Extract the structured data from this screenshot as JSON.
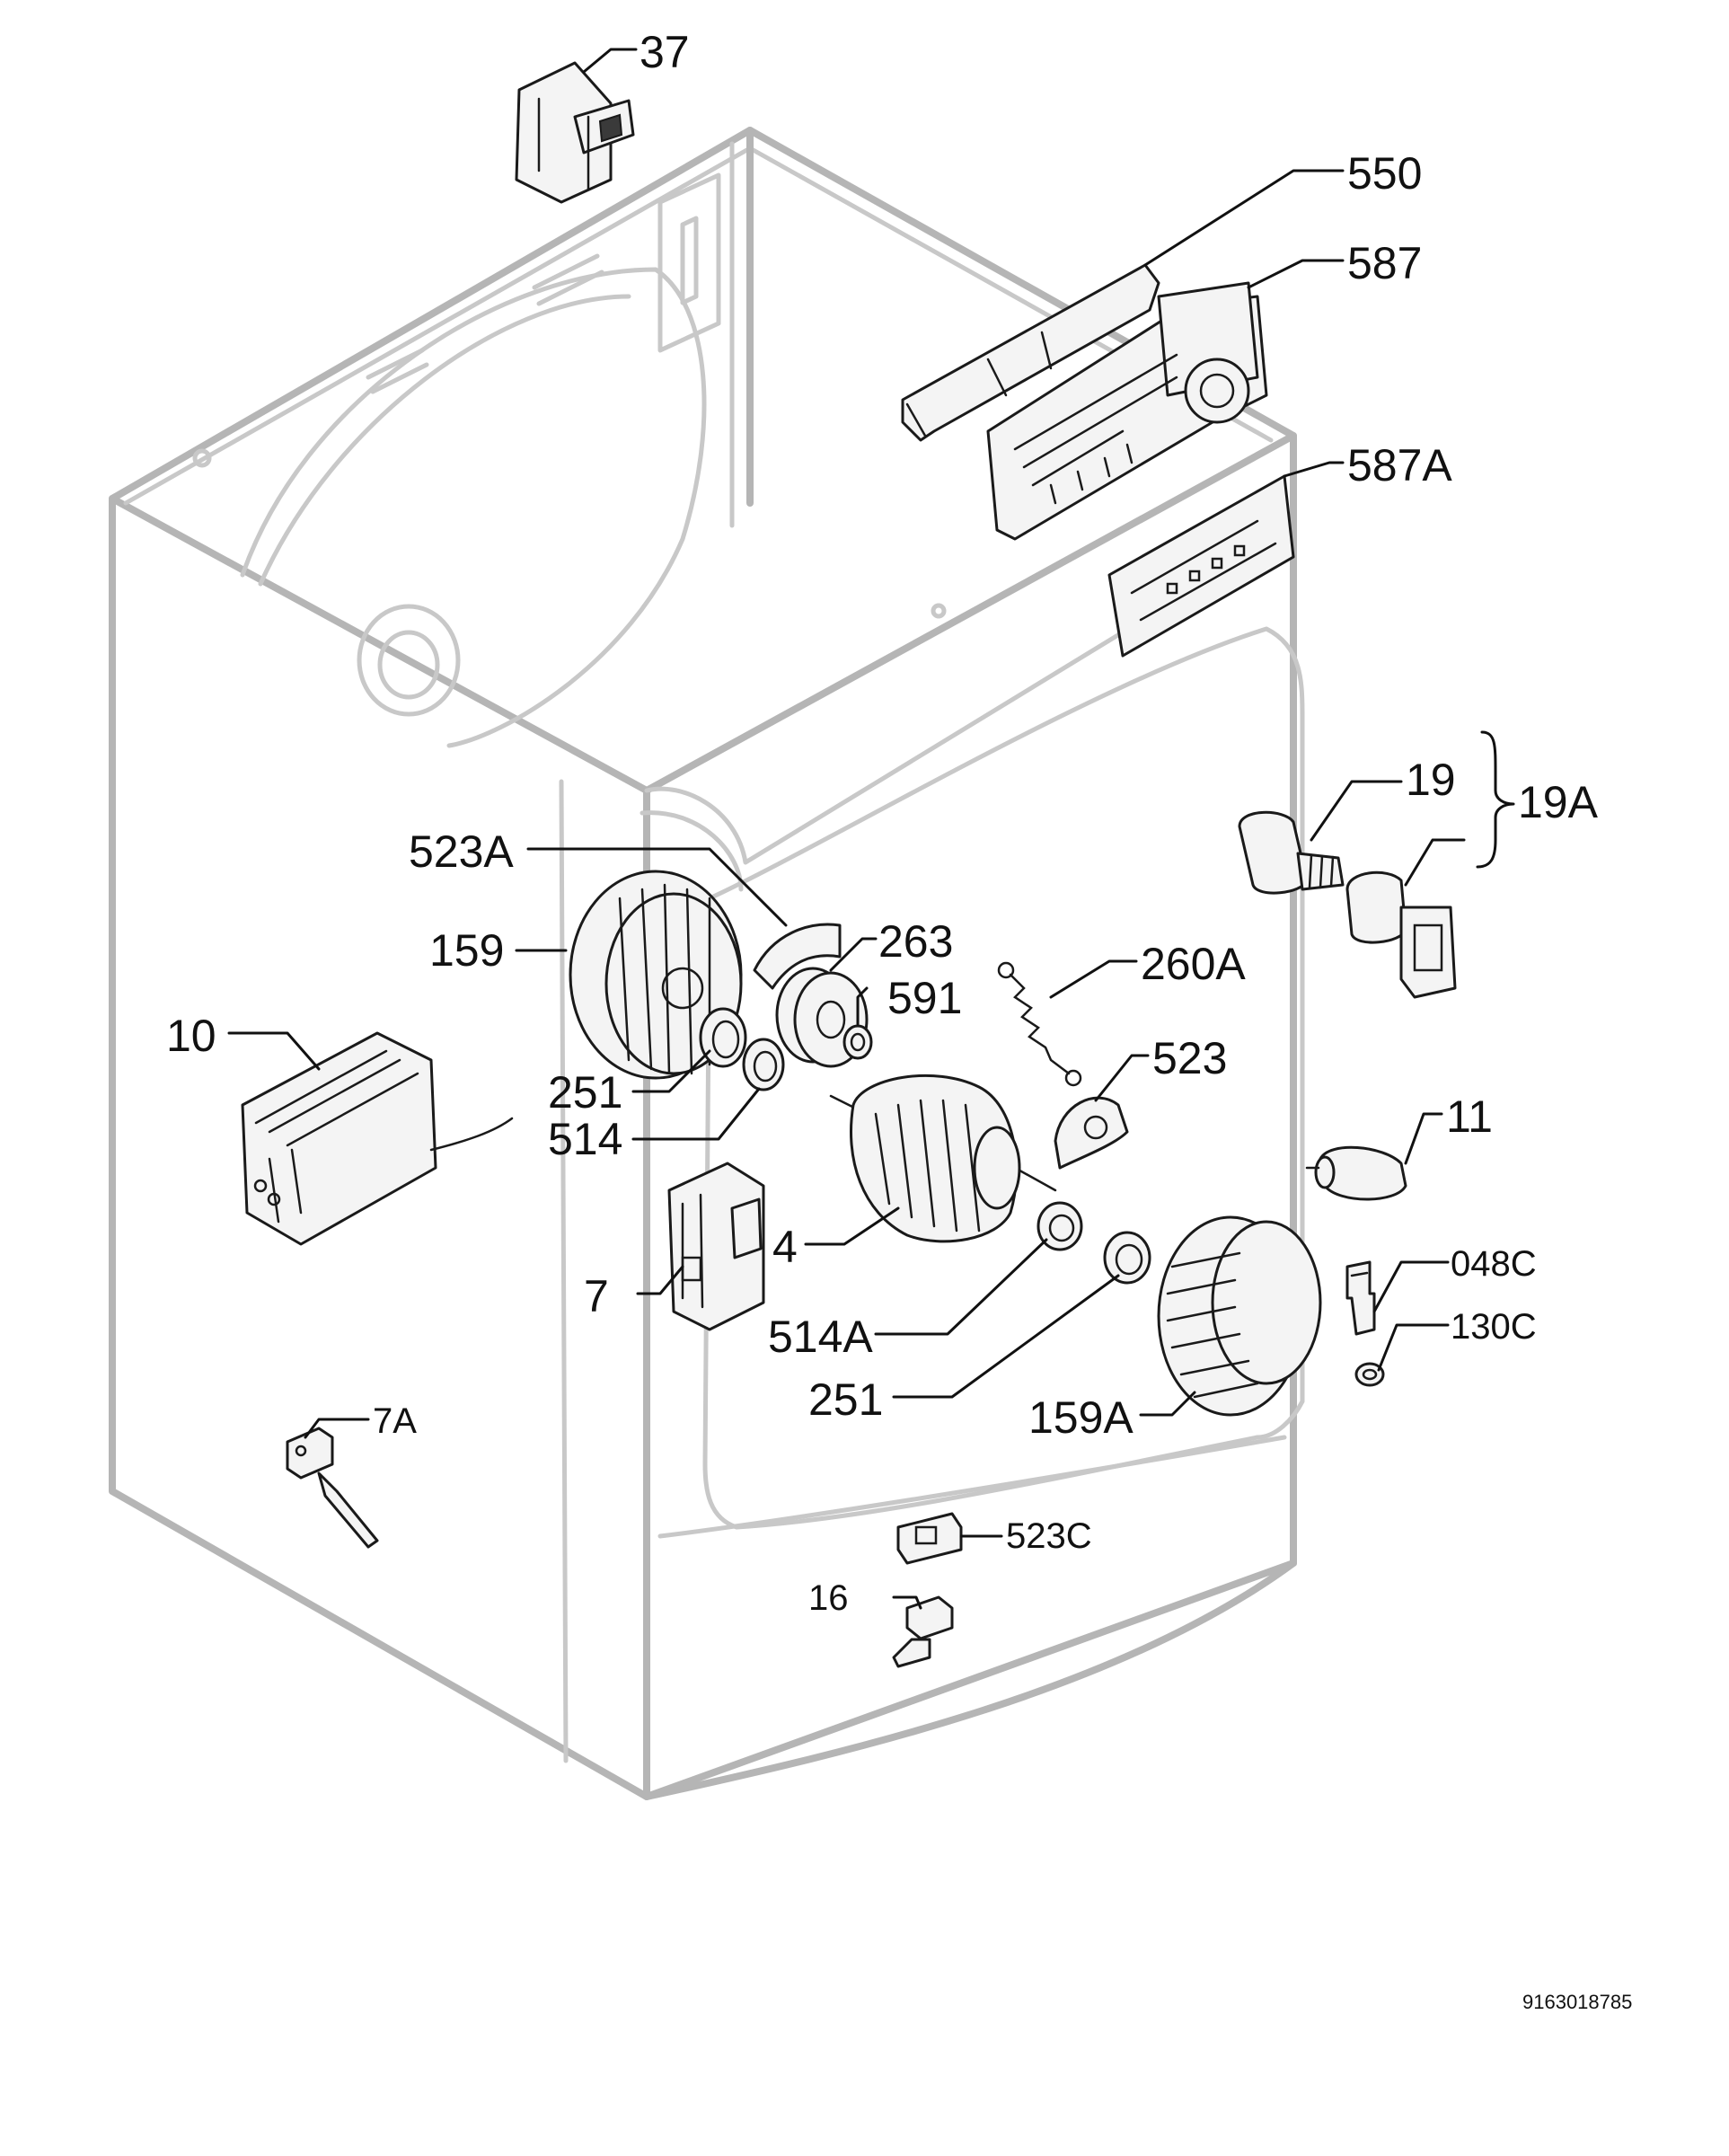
{
  "labels": {
    "p37": "37",
    "p550": "550",
    "p587": "587",
    "p587A": "587A",
    "p19": "19",
    "p19A": "19A",
    "p523A": "523A",
    "p159": "159",
    "p263": "263",
    "p591": "591",
    "p260A": "260A",
    "p10": "10",
    "p251a": "251",
    "p514": "514",
    "p523": "523",
    "p11": "11",
    "p4": "4",
    "p048C": "048C",
    "p7": "7",
    "p130C": "130C",
    "p514A": "514A",
    "p251b": "251",
    "p159A": "159A",
    "p7A": "7A",
    "p523C": "523C",
    "p16": "16"
  },
  "reference_number": "9163018785"
}
